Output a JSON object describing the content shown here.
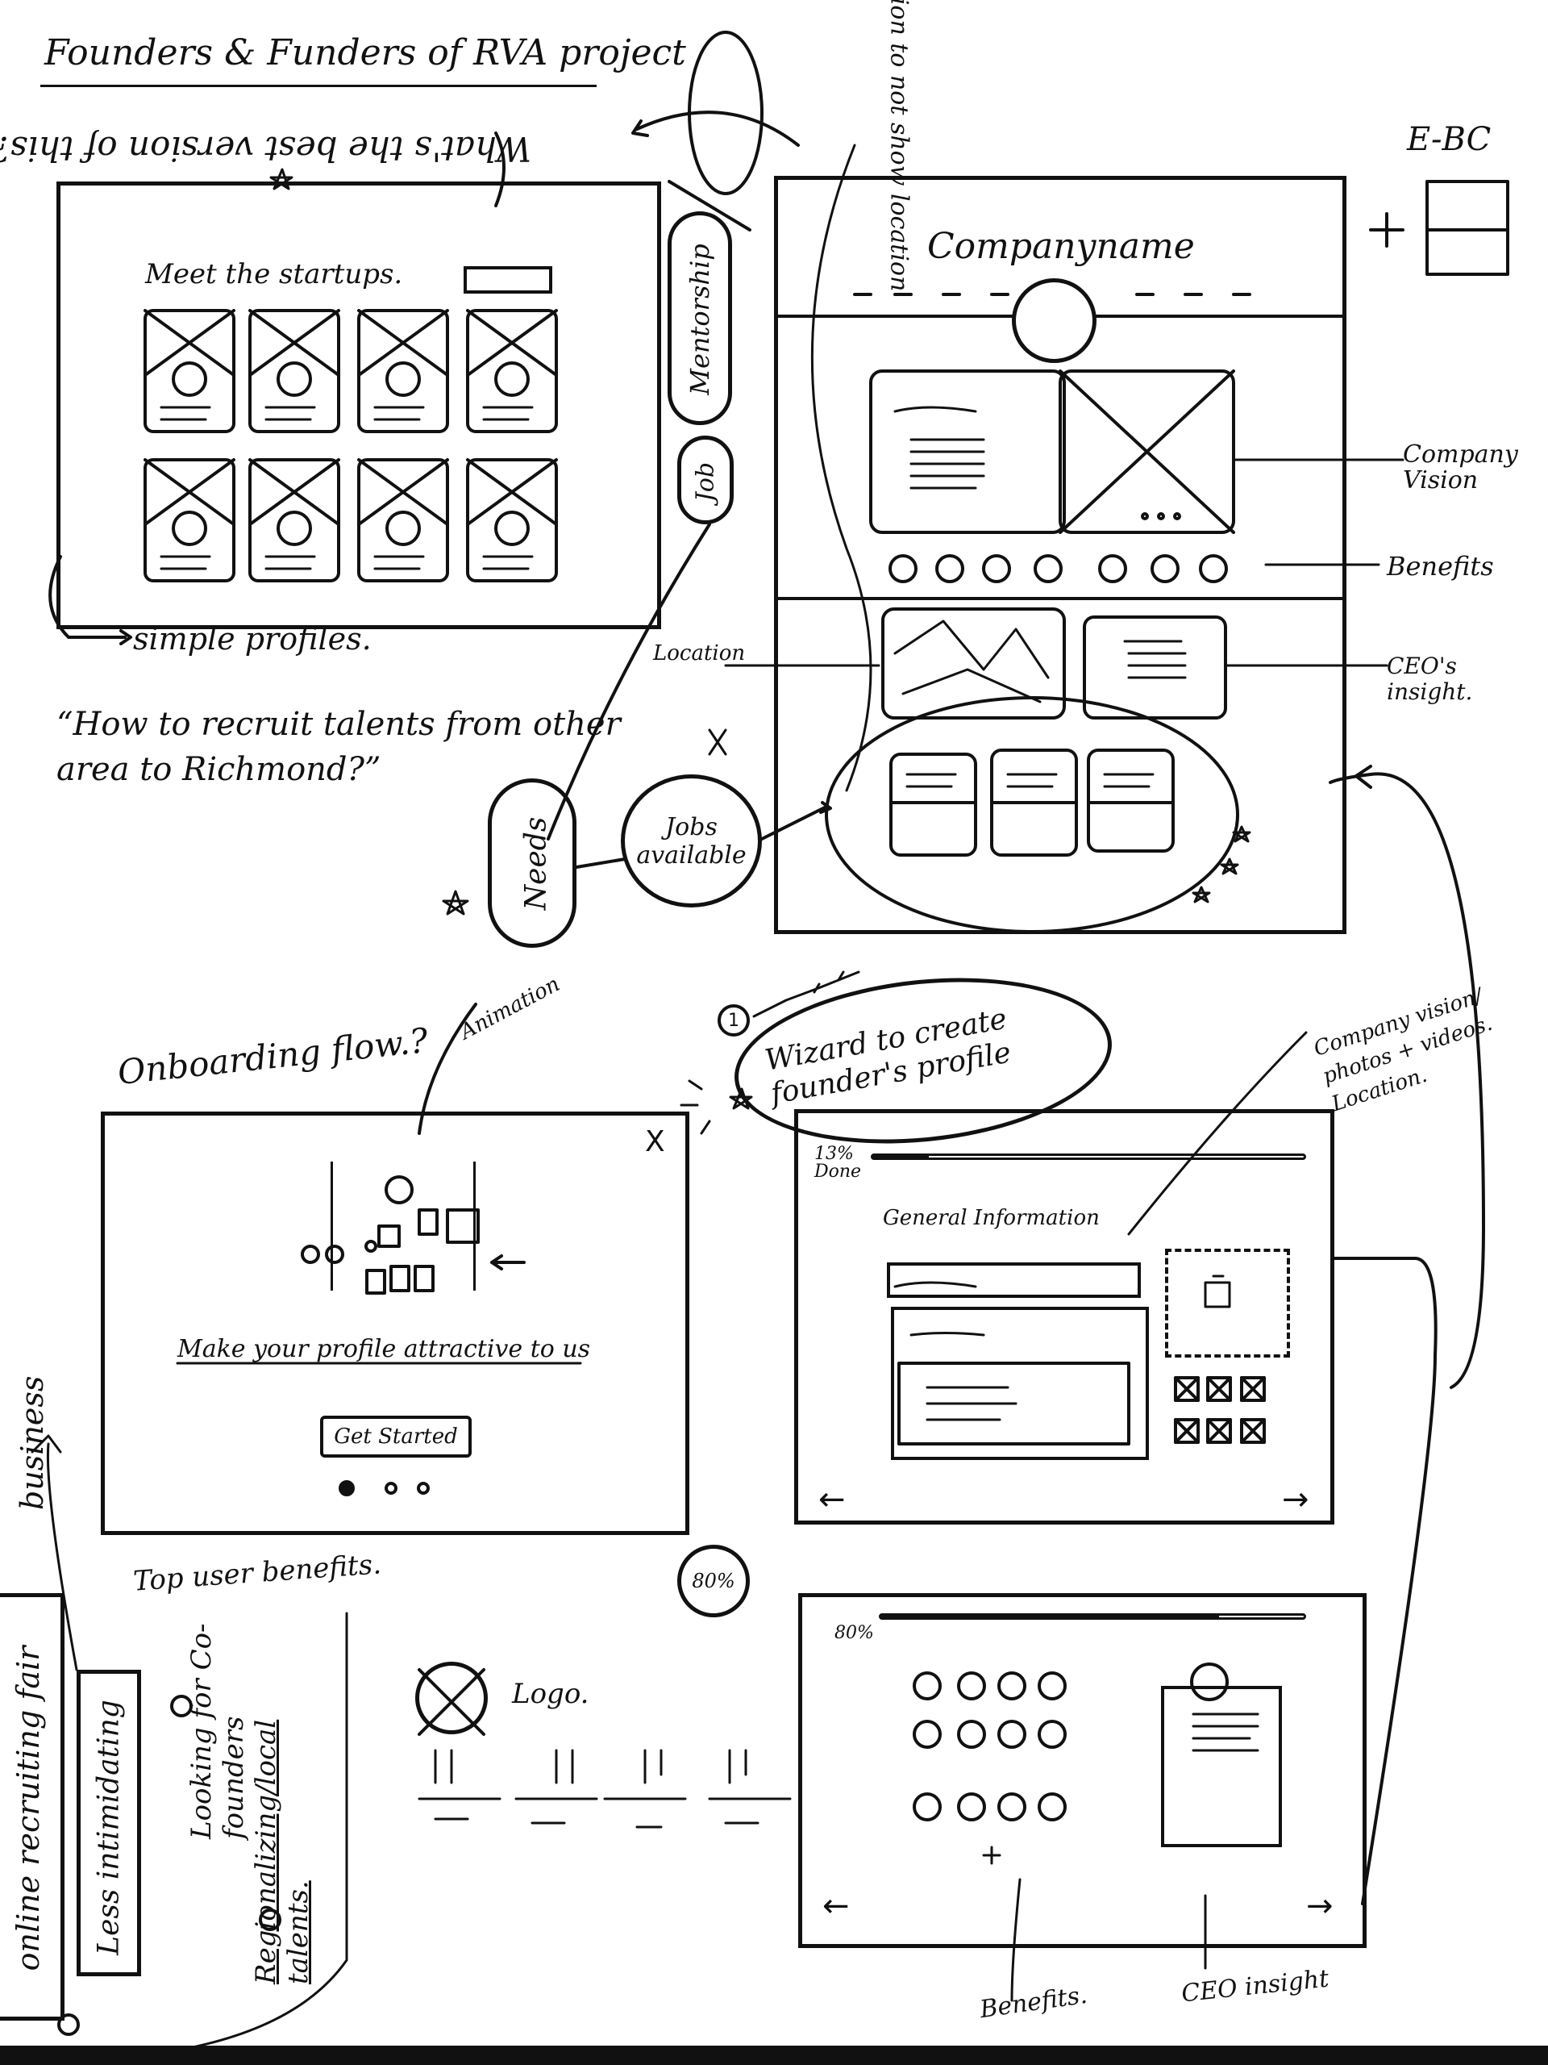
{
  "title": "Founders & Funders of RVA project",
  "question_best_version": "What's the best version of this?",
  "hint_option": "option to not show location",
  "hint_ebc": "E-BC",
  "startups_screen": {
    "heading": "Meet the startups.",
    "annotation": "simple profiles."
  },
  "side_tabs": {
    "mentorship": "Mentorship",
    "job": "Job"
  },
  "quote_recruit": "“How to recruit talents from other area to Richmond?”",
  "needs_label": "Needs",
  "jobs_available_label": "Jobs available",
  "profile_screen": {
    "company_name": "Companyname",
    "annotations": {
      "company_vision": "Company Vision",
      "benefits": "Benefits",
      "ceo_insight": "CEO's insight.",
      "location": "Location"
    }
  },
  "onboarding": {
    "label": "Onboarding flow.?",
    "animation_label": "Animation",
    "close": "X",
    "headline": "Make your profile attractive to us",
    "button": "Get Started"
  },
  "wizard": {
    "label": "Wizard to create founder's profile",
    "step_number": "1",
    "annotation": "Company vision/ photos + videos. Location.",
    "step1": {
      "progress": "13% Done",
      "section_title": "General Information"
    },
    "step2": {
      "progress": "80%",
      "badge": "80%",
      "annotation_benefits": "Benefits.",
      "annotation_ceo": "CEO insight"
    }
  },
  "top_user_benefits": {
    "label": "Top user benefits.",
    "items": [
      "online recruiting fair",
      "Less intimidating",
      "Looking for Co-founders",
      "Regionalizing/local talents."
    ],
    "side_text": "business"
  },
  "logo_sketch": {
    "label": "Logo."
  }
}
